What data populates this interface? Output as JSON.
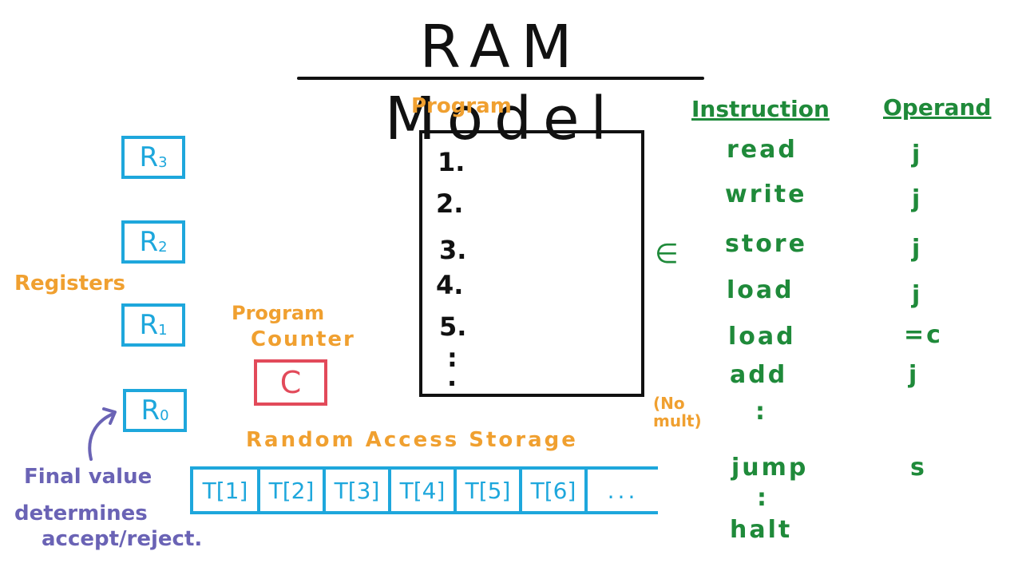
{
  "title": "RAM Model",
  "registers_label": "Registers",
  "registers": [
    "R3",
    "R2",
    "R1",
    "R0"
  ],
  "program_counter": {
    "label_line1": "Program",
    "label_line2": "Counter",
    "value": "C"
  },
  "program": {
    "label": "Program",
    "lines": [
      "1.",
      "2.",
      "3.",
      "4.",
      "5.",
      ":"
    ]
  },
  "element_of_symbol": "∈",
  "storage": {
    "label": "Random Access Storage",
    "cells": [
      "T[1]",
      "T[2]",
      "T[3]",
      "T[4]",
      "T[5]",
      "T[6]",
      "..."
    ]
  },
  "note": {
    "line1": "Final value",
    "line2": "determines",
    "line3": "accept/reject."
  },
  "instructions": {
    "header_instruction": "Instruction",
    "header_operand": "Operand",
    "rows": [
      {
        "instruction": "read",
        "operand": "j"
      },
      {
        "instruction": "write",
        "operand": "j"
      },
      {
        "instruction": "store",
        "operand": "j"
      },
      {
        "instruction": "load",
        "operand": "j"
      },
      {
        "instruction": "load",
        "operand": "=c"
      },
      {
        "instruction": "add",
        "operand": "j"
      },
      {
        "instruction": ":",
        "operand": ""
      },
      {
        "instruction": "jump",
        "operand": "s"
      },
      {
        "instruction": ":",
        "operand": ""
      },
      {
        "instruction": "halt",
        "operand": ""
      }
    ],
    "no_mult_line1": "(No",
    "no_mult_line2": "mult)"
  },
  "colors": {
    "registers": "#1ea7dc",
    "labels": "#f0a030",
    "instructions": "#1f8a3a",
    "counter": "#e24a5a",
    "note": "#6a63b5"
  }
}
